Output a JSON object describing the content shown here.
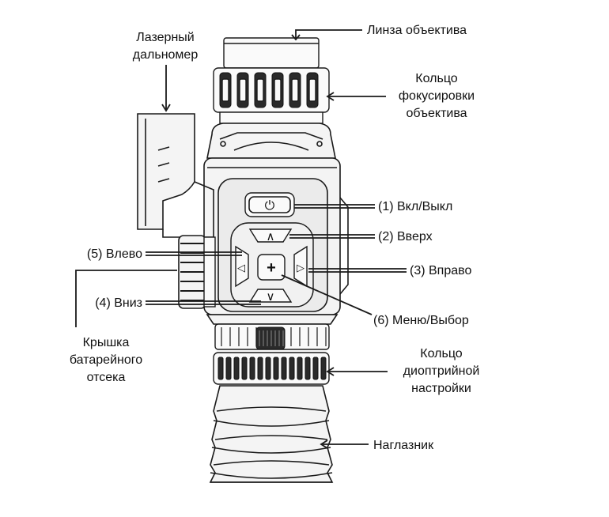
{
  "labels": {
    "objective_lens": "Линза объектива",
    "focus_ring": [
      "Кольцо",
      "фокусировки",
      "объектива"
    ],
    "rangefinder": [
      "Лазерный",
      "дальномер"
    ],
    "power": "(1) Вкл/Выкл",
    "up": "(2) Вверх",
    "right": "(3) Вправо",
    "left": "(5) Влево",
    "down": "(4) Вниз",
    "menu": "(6) Меню/Выбор",
    "battery_cover": [
      "Крышка",
      "батарейного",
      "отсека"
    ],
    "diopter_ring": [
      "Кольцо",
      "диоптрийной",
      "настройки"
    ],
    "eyecup": "Наглазник"
  },
  "button_glyphs": {
    "power": "⏻",
    "up": "∧",
    "down": "∨",
    "left": "◁",
    "right": "▷",
    "menu": "+"
  }
}
